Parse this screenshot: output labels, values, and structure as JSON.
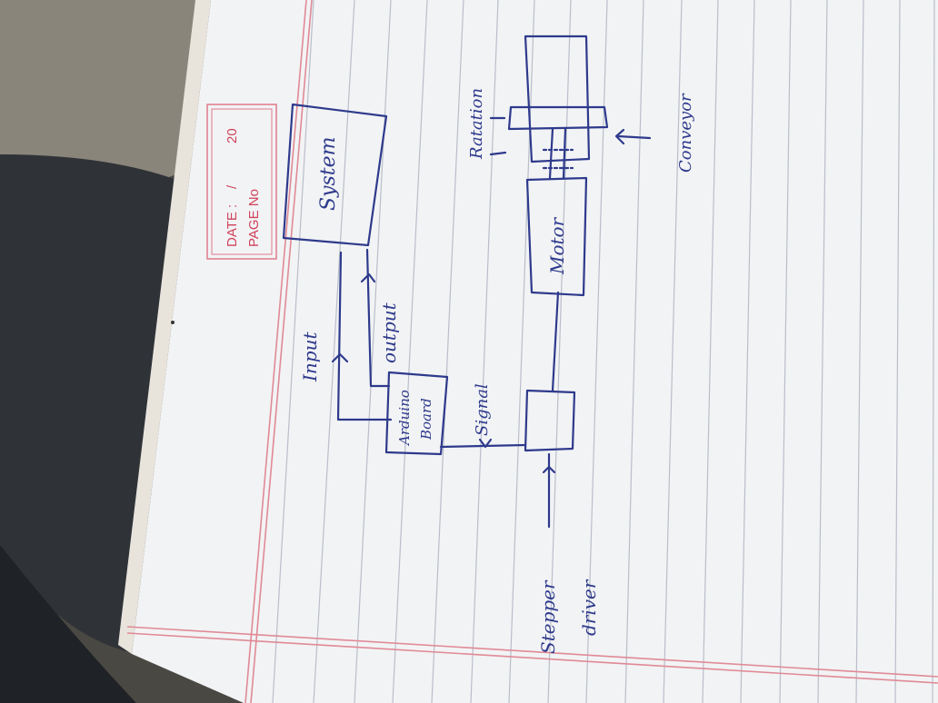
{
  "stamp": {
    "date_label": "DATE :",
    "date_sep": "/",
    "date_year": "20",
    "page_label": "PAGE No"
  },
  "diagram": {
    "system": "System",
    "input": "Input",
    "output": "output",
    "arduino_line1": "Arduino",
    "arduino_line2": "Board",
    "signal": "Signal",
    "stepper_line1": "Stepper",
    "stepper_line2": "driver",
    "motor": "Motor",
    "conveyor": "Conveyor",
    "rotation": "Ratation"
  }
}
